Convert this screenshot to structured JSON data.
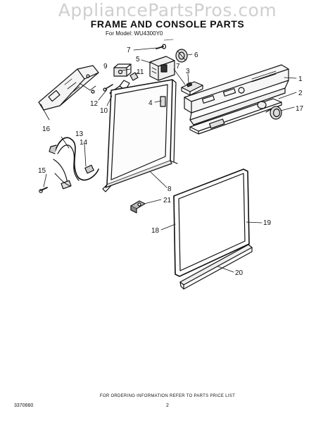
{
  "watermark": "AppliancePartsPros.com",
  "title": "FRAME AND CONSOLE PARTS",
  "model_line": "For Model: WU4300Y0",
  "callouts": [
    "1",
    "2",
    "3",
    "4",
    "5",
    "6",
    "7",
    "7",
    "8",
    "9",
    "10",
    "11",
    "12",
    "13",
    "14",
    "15",
    "16",
    "17",
    "18",
    "19",
    "20",
    "21"
  ],
  "footer_note": "FOR ORDERING INFORMATION REFER TO PARTS PRICE LIST",
  "doc_number": "3370660",
  "page_number": "2"
}
